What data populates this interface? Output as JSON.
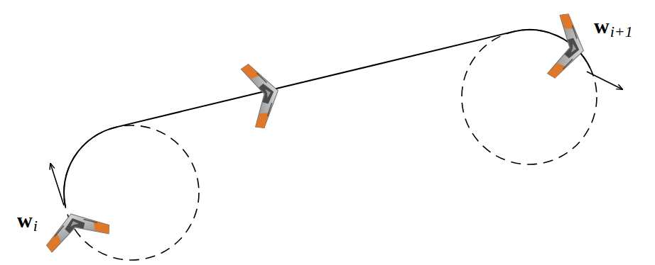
{
  "diagram": {
    "labels": [
      "w",
      "i",
      "w",
      "i+1"
    ]
  }
}
